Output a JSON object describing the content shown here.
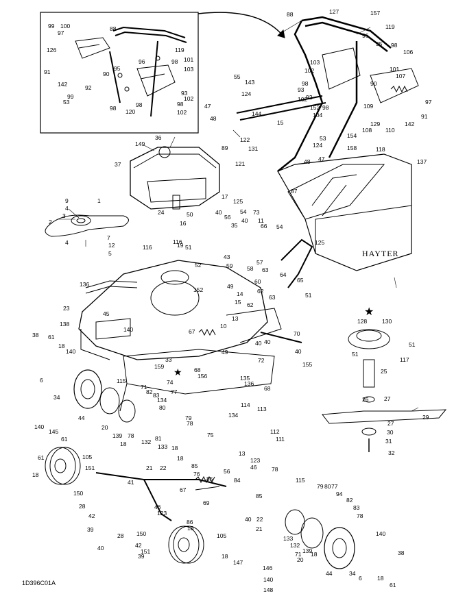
{
  "drawing_code": "1D396C01A",
  "brand_text": "HAYTER",
  "callouts": [
    {
      "id": "c1",
      "text": "127"
    },
    {
      "id": "c2",
      "text": "157"
    },
    {
      "id": "c3",
      "text": "88"
    },
    {
      "id": "c4",
      "text": "119"
    },
    {
      "id": "c5",
      "text": "96"
    },
    {
      "id": "c6",
      "text": "95"
    },
    {
      "id": "c7",
      "text": "98"
    },
    {
      "id": "c8",
      "text": "106"
    },
    {
      "id": "c9",
      "text": "103"
    },
    {
      "id": "c10",
      "text": "102"
    },
    {
      "id": "c11",
      "text": "107"
    },
    {
      "id": "c12",
      "text": "101"
    },
    {
      "id": "c13",
      "text": "90"
    },
    {
      "id": "c14",
      "text": "98"
    },
    {
      "id": "c15",
      "text": "93"
    },
    {
      "id": "c16",
      "text": "92"
    },
    {
      "id": "c17",
      "text": "102"
    },
    {
      "id": "c18",
      "text": "152"
    },
    {
      "id": "c19",
      "text": "98"
    },
    {
      "id": "c20",
      "text": "104"
    },
    {
      "id": "c21",
      "text": "109"
    },
    {
      "id": "c22",
      "text": "129"
    },
    {
      "id": "c23",
      "text": "108"
    },
    {
      "id": "c24",
      "text": "142"
    },
    {
      "id": "c25",
      "text": "97"
    },
    {
      "id": "c26",
      "text": "91"
    },
    {
      "id": "c27",
      "text": "110"
    },
    {
      "id": "c28",
      "text": "99"
    },
    {
      "id": "c29",
      "text": "100"
    },
    {
      "id": "c30",
      "text": "97"
    },
    {
      "id": "c31",
      "text": "126"
    },
    {
      "id": "c32",
      "text": "91"
    },
    {
      "id": "c33",
      "text": "142"
    },
    {
      "id": "c34",
      "text": "99"
    },
    {
      "id": "c35",
      "text": "53"
    },
    {
      "id": "c36",
      "text": "88"
    },
    {
      "id": "c37",
      "text": "119"
    },
    {
      "id": "c38",
      "text": "101"
    },
    {
      "id": "c39",
      "text": "96"
    },
    {
      "id": "c40",
      "text": "95"
    },
    {
      "id": "c41",
      "text": "98"
    },
    {
      "id": "c42",
      "text": "90"
    },
    {
      "id": "c43",
      "text": "92"
    },
    {
      "id": "c44",
      "text": "98"
    },
    {
      "id": "c45",
      "text": "120"
    },
    {
      "id": "c46",
      "text": "98"
    },
    {
      "id": "c47",
      "text": "103"
    },
    {
      "id": "c48",
      "text": "93"
    },
    {
      "id": "c49",
      "text": "102"
    },
    {
      "id": "c50",
      "text": "98"
    },
    {
      "id": "c51",
      "text": "102"
    },
    {
      "id": "c52",
      "text": "55"
    },
    {
      "id": "c53",
      "text": "143"
    },
    {
      "id": "c54",
      "text": "124"
    },
    {
      "id": "c55",
      "text": "144"
    },
    {
      "id": "c56",
      "text": "47"
    },
    {
      "id": "c57",
      "text": "48"
    },
    {
      "id": "c58",
      "text": "15"
    },
    {
      "id": "c59",
      "text": "53"
    },
    {
      "id": "c60",
      "text": "154"
    },
    {
      "id": "c61",
      "text": "158"
    },
    {
      "id": "c62",
      "text": "124"
    },
    {
      "id": "c63",
      "text": "89"
    },
    {
      "id": "c64",
      "text": "122"
    },
    {
      "id": "c65",
      "text": "131"
    },
    {
      "id": "c66",
      "text": "121"
    },
    {
      "id": "c67",
      "text": "48"
    },
    {
      "id": "c68",
      "text": "47"
    },
    {
      "id": "c69",
      "text": "118"
    },
    {
      "id": "c70",
      "text": "137"
    },
    {
      "id": "c71",
      "text": "149"
    },
    {
      "id": "c72",
      "text": "36"
    },
    {
      "id": "c73",
      "text": "37"
    },
    {
      "id": "c74",
      "text": "17"
    },
    {
      "id": "c75",
      "text": "125"
    },
    {
      "id": "c76",
      "text": "87"
    },
    {
      "id": "c77",
      "text": "40"
    },
    {
      "id": "c78",
      "text": "56"
    },
    {
      "id": "c79",
      "text": "54"
    },
    {
      "id": "c80",
      "text": "73"
    },
    {
      "id": "c81",
      "text": "11"
    },
    {
      "id": "c82",
      "text": "40"
    },
    {
      "id": "c83",
      "text": "16"
    },
    {
      "id": "c84",
      "text": "50"
    },
    {
      "id": "c85",
      "text": "35"
    },
    {
      "id": "c86",
      "text": "66"
    },
    {
      "id": "c87",
      "text": "54"
    },
    {
      "id": "c88",
      "text": "125"
    },
    {
      "id": "c89",
      "text": "9"
    },
    {
      "id": "c90",
      "text": "1"
    },
    {
      "id": "c91",
      "text": "4"
    },
    {
      "id": "c92",
      "text": "3"
    },
    {
      "id": "c93",
      "text": "2"
    },
    {
      "id": "c94",
      "text": "24"
    },
    {
      "id": "c95",
      "text": "7"
    },
    {
      "id": "c96",
      "text": "4"
    },
    {
      "id": "c97",
      "text": "12"
    },
    {
      "id": "c98",
      "text": "5"
    },
    {
      "id": "c99",
      "text": "116"
    },
    {
      "id": "c100",
      "text": "116"
    },
    {
      "id": "c101",
      "text": "19"
    },
    {
      "id": "c102",
      "text": "51"
    },
    {
      "id": "c103",
      "text": "43"
    },
    {
      "id": "c104",
      "text": "52"
    },
    {
      "id": "c105",
      "text": "59"
    },
    {
      "id": "c106",
      "text": "57"
    },
    {
      "id": "c107",
      "text": "58"
    },
    {
      "id": "c108",
      "text": "63"
    },
    {
      "id": "c109",
      "text": "60"
    },
    {
      "id": "c110",
      "text": "62"
    },
    {
      "id": "c111",
      "text": "64"
    },
    {
      "id": "c112",
      "text": "65"
    },
    {
      "id": "c113",
      "text": "136"
    },
    {
      "id": "c114",
      "text": "152"
    },
    {
      "id": "c115",
      "text": "49"
    },
    {
      "id": "c116",
      "text": "14"
    },
    {
      "id": "c117",
      "text": "15"
    },
    {
      "id": "c118",
      "text": "62"
    },
    {
      "id": "c119",
      "text": "63"
    },
    {
      "id": "c120",
      "text": "51"
    },
    {
      "id": "c121",
      "text": "23"
    },
    {
      "id": "c122",
      "text": "45"
    },
    {
      "id": "c123",
      "text": "140"
    },
    {
      "id": "c124",
      "text": "13"
    },
    {
      "id": "c125",
      "text": "10"
    },
    {
      "id": "c126",
      "text": "67"
    },
    {
      "id": "c127",
      "text": "70"
    },
    {
      "id": "c128",
      "text": "40"
    },
    {
      "id": "c129",
      "text": "40"
    },
    {
      "id": "c130",
      "text": "128"
    },
    {
      "id": "c131",
      "text": "130"
    },
    {
      "id": "c132",
      "text": "51"
    },
    {
      "id": "c133",
      "text": "51"
    },
    {
      "id": "c134",
      "text": "117"
    },
    {
      "id": "c135",
      "text": "38"
    },
    {
      "id": "c136",
      "text": "61"
    },
    {
      "id": "c137",
      "text": "138"
    },
    {
      "id": "c138",
      "text": "18"
    },
    {
      "id": "c139",
      "text": "140"
    },
    {
      "id": "c140",
      "text": "49"
    },
    {
      "id": "c141",
      "text": "72"
    },
    {
      "id": "c142",
      "text": "40"
    },
    {
      "id": "c143",
      "text": "155"
    },
    {
      "id": "c144",
      "text": "159"
    },
    {
      "id": "c145",
      "text": "33"
    },
    {
      "id": "c146",
      "text": "68"
    },
    {
      "id": "c147",
      "text": "156"
    },
    {
      "id": "c148",
      "text": "25"
    },
    {
      "id": "c149",
      "text": "6"
    },
    {
      "id": "c150",
      "text": "74"
    },
    {
      "id": "c151",
      "text": "135"
    },
    {
      "id": "c152",
      "text": "136"
    },
    {
      "id": "c153",
      "text": "68"
    },
    {
      "id": "c154",
      "text": "34"
    },
    {
      "id": "c155",
      "text": "115"
    },
    {
      "id": "c156",
      "text": "71"
    },
    {
      "id": "c157",
      "text": "82"
    },
    {
      "id": "c158",
      "text": "83"
    },
    {
      "id": "c159",
      "text": "77"
    },
    {
      "id": "c160",
      "text": "26"
    },
    {
      "id": "c161",
      "text": "27"
    },
    {
      "id": "c162",
      "text": "29"
    },
    {
      "id": "c163",
      "text": "44"
    },
    {
      "id": "c164",
      "text": "20"
    },
    {
      "id": "c165",
      "text": "134"
    },
    {
      "id": "c166",
      "text": "80"
    },
    {
      "id": "c167",
      "text": "114"
    },
    {
      "id": "c168",
      "text": "113"
    },
    {
      "id": "c169",
      "text": "27"
    },
    {
      "id": "c170",
      "text": "134"
    },
    {
      "id": "c171",
      "text": "139"
    },
    {
      "id": "c172",
      "text": "78"
    },
    {
      "id": "c173",
      "text": "18"
    },
    {
      "id": "c174",
      "text": "79"
    },
    {
      "id": "c175",
      "text": "78"
    },
    {
      "id": "c176",
      "text": "112"
    },
    {
      "id": "c177",
      "text": "30"
    },
    {
      "id": "c178",
      "text": "31"
    },
    {
      "id": "c179",
      "text": "132"
    },
    {
      "id": "c180",
      "text": "81"
    },
    {
      "id": "c181",
      "text": "111"
    },
    {
      "id": "c182",
      "text": "140"
    },
    {
      "id": "c183",
      "text": "145"
    },
    {
      "id": "c184",
      "text": "61"
    },
    {
      "id": "c185",
      "text": "133"
    },
    {
      "id": "c186",
      "text": "75"
    },
    {
      "id": "c187",
      "text": "32"
    },
    {
      "id": "c188",
      "text": "61"
    },
    {
      "id": "c189",
      "text": "18"
    },
    {
      "id": "c190",
      "text": "21"
    },
    {
      "id": "c191",
      "text": "22"
    },
    {
      "id": "c192",
      "text": "13"
    },
    {
      "id": "c193",
      "text": "123"
    },
    {
      "id": "c194",
      "text": "18"
    },
    {
      "id": "c195",
      "text": "105"
    },
    {
      "id": "c196",
      "text": "85"
    },
    {
      "id": "c197",
      "text": "46"
    },
    {
      "id": "c198",
      "text": "78"
    },
    {
      "id": "c199",
      "text": "76"
    },
    {
      "id": "c200",
      "text": "85"
    },
    {
      "id": "c201",
      "text": "56"
    },
    {
      "id": "c202",
      "text": "151"
    },
    {
      "id": "c203",
      "text": "18"
    },
    {
      "id": "c204",
      "text": "150"
    },
    {
      "id": "c205",
      "text": "41"
    },
    {
      "id": "c206",
      "text": "67"
    },
    {
      "id": "c207",
      "text": "84"
    },
    {
      "id": "c208",
      "text": "115"
    },
    {
      "id": "c209",
      "text": "79"
    },
    {
      "id": "c210",
      "text": "80"
    },
    {
      "id": "c211",
      "text": "77"
    },
    {
      "id": "c212",
      "text": "94"
    },
    {
      "id": "c213",
      "text": "82"
    },
    {
      "id": "c214",
      "text": "83"
    },
    {
      "id": "c215",
      "text": "78"
    },
    {
      "id": "c216",
      "text": "69"
    },
    {
      "id": "c217",
      "text": "85"
    },
    {
      "id": "c218",
      "text": "40"
    },
    {
      "id": "c219",
      "text": "22"
    },
    {
      "id": "c220",
      "text": "28"
    },
    {
      "id": "c221",
      "text": "42"
    },
    {
      "id": "c222",
      "text": "46"
    },
    {
      "id": "c223",
      "text": "123"
    },
    {
      "id": "c224",
      "text": "86"
    },
    {
      "id": "c225",
      "text": "39"
    },
    {
      "id": "c226",
      "text": "28"
    },
    {
      "id": "c227",
      "text": "18"
    },
    {
      "id": "c228",
      "text": "21"
    },
    {
      "id": "c229",
      "text": "133"
    },
    {
      "id": "c230",
      "text": "132"
    },
    {
      "id": "c231",
      "text": "139"
    },
    {
      "id": "c232",
      "text": "71"
    },
    {
      "id": "c233",
      "text": "18"
    },
    {
      "id": "c234",
      "text": "140"
    },
    {
      "id": "c235",
      "text": "150"
    },
    {
      "id": "c236",
      "text": "151"
    },
    {
      "id": "c237",
      "text": "42"
    },
    {
      "id": "c238",
      "text": "105"
    },
    {
      "id": "c239",
      "text": "20"
    },
    {
      "id": "c240",
      "text": "38"
    },
    {
      "id": "c241",
      "text": "39"
    },
    {
      "id": "c242",
      "text": "40"
    },
    {
      "id": "c243",
      "text": "18"
    },
    {
      "id": "c244",
      "text": "147"
    },
    {
      "id": "c245",
      "text": "146"
    },
    {
      "id": "c246",
      "text": "44"
    },
    {
      "id": "c247",
      "text": "34"
    },
    {
      "id": "c248",
      "text": "6"
    },
    {
      "id": "c249",
      "text": "18"
    },
    {
      "id": "c250",
      "text": "61"
    },
    {
      "id": "c251",
      "text": "140"
    },
    {
      "id": "c252",
      "text": "148"
    }
  ]
}
